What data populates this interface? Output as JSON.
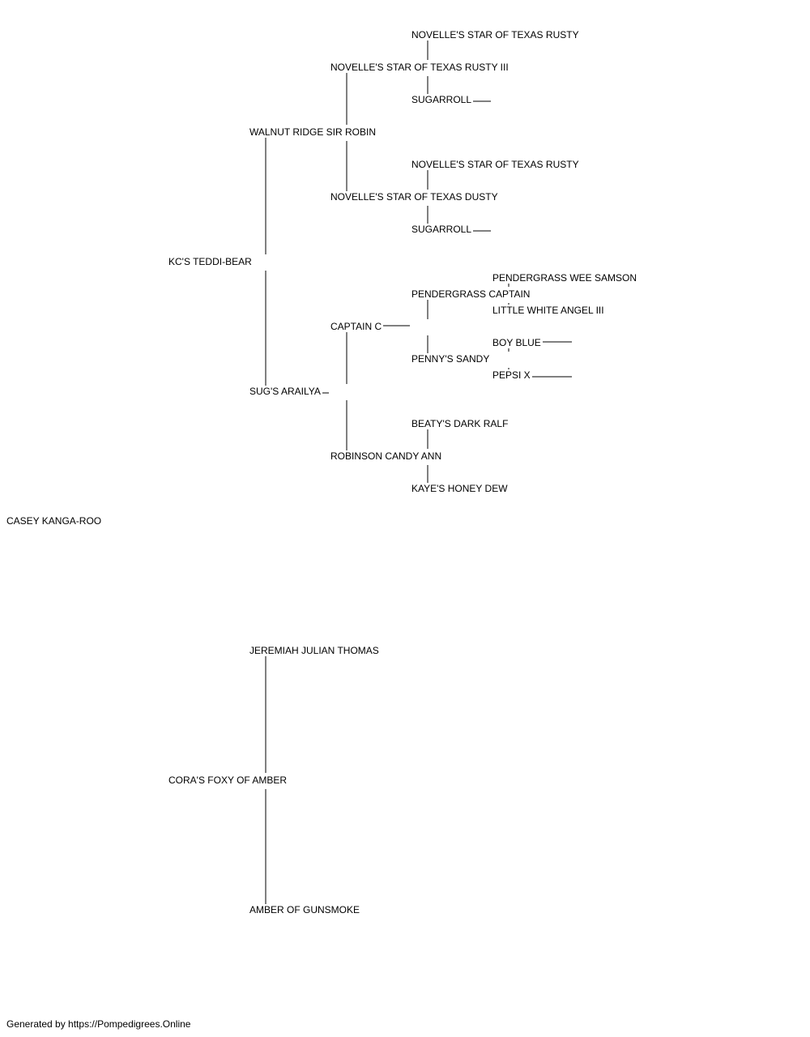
{
  "pedigree": {
    "name": "CASEY KANGA-ROO",
    "sire": {
      "name": "KC'S TEDDI-BEAR",
      "sire": {
        "name": "WALNUT RIDGE SIR ROBIN",
        "sire": {
          "name": "NOVELLE'S STAR OF TEXAS RUSTY III",
          "sire": {
            "name": "NOVELLE'S STAR OF TEXAS RUSTY"
          },
          "dam": {
            "name": "SUGARROLL"
          }
        },
        "dam": {
          "name": "NOVELLE'S STAR OF TEXAS DUSTY",
          "sire": {
            "name": "NOVELLE'S STAR OF TEXAS RUSTY"
          },
          "dam": {
            "name": "SUGARROLL"
          }
        }
      },
      "dam": {
        "name": "SUG'S ARAILYA",
        "sire": {
          "name": "CAPTAIN C",
          "sire": {
            "name": "PENDERGRASS CAPTAIN",
            "sire": {
              "name": "PENDERGRASS WEE SAMSON"
            },
            "dam": {
              "name": "LITTLE WHITE ANGEL III"
            }
          },
          "dam": {
            "name": "PENNY'S SANDY",
            "sire": {
              "name": "BOY BLUE"
            },
            "dam": {
              "name": "PEPSI X"
            }
          }
        },
        "dam": {
          "name": "ROBINSON CANDY ANN",
          "sire": {
            "name": "BEATY'S DARK RALF"
          },
          "dam": {
            "name": "KAYE'S HONEY DEW"
          }
        }
      }
    },
    "dam": {
      "name": "CORA'S FOXY OF AMBER",
      "sire": {
        "name": "JEREMIAH JULIAN THOMAS"
      },
      "dam": {
        "name": "AMBER OF GUNSMOKE"
      }
    }
  },
  "footer": "Generated by https://Pompedigrees.Online"
}
